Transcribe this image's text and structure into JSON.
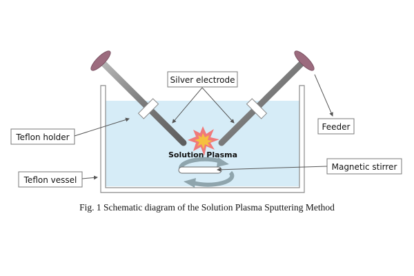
{
  "diagram": {
    "labels": {
      "silver_electrode": "Silver electrode",
      "teflon_holder": "Teflon holder",
      "teflon_vessel": "Teflon vessel",
      "feeder": "Feeder",
      "magnetic_stirrer": "Magnetic stirrer",
      "solution_plasma": "Solution Plasma"
    },
    "colors": {
      "solution": "#d6ecf7",
      "vessel_wall": "#888888",
      "electrode": "#8a8a8a",
      "feeder": "#9c6b7e",
      "plasma_outer": "#f07a7a",
      "plasma_inner": "#f5c040",
      "stirrer_arrow": "#8fa5ad"
    }
  },
  "caption": "Fig. 1 Schematic diagram of the Solution Plasma Sputtering Method"
}
